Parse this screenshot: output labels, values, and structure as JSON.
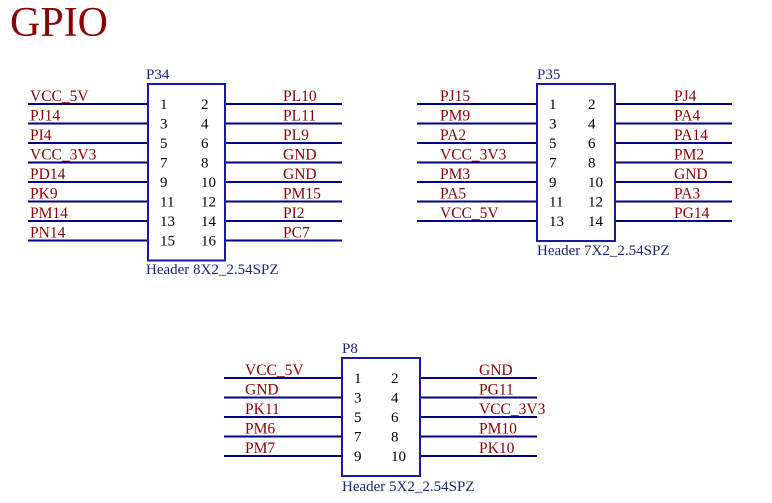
{
  "title": "GPIO",
  "colors": {
    "net_label": "#8b0000",
    "wire": "#000080",
    "component": "#1a1aa0",
    "ref_text": "#1a237e"
  },
  "headers": [
    {
      "ref": "P34",
      "footprint": "Header 8X2_2.54SPZ",
      "rows": [
        {
          "left_net": "VCC_5V",
          "left_pin": "1",
          "right_pin": "2",
          "right_net": "PL10"
        },
        {
          "left_net": "PJ14",
          "left_pin": "3",
          "right_pin": "4",
          "right_net": "PL11"
        },
        {
          "left_net": "PI4",
          "left_pin": "5",
          "right_pin": "6",
          "right_net": "PL9"
        },
        {
          "left_net": "VCC_3V3",
          "left_pin": "7",
          "right_pin": "8",
          "right_net": "GND"
        },
        {
          "left_net": "PD14",
          "left_pin": "9",
          "right_pin": "10",
          "right_net": "GND"
        },
        {
          "left_net": "PK9",
          "left_pin": "11",
          "right_pin": "12",
          "right_net": "PM15"
        },
        {
          "left_net": "PM14",
          "left_pin": "13",
          "right_pin": "14",
          "right_net": "PI2"
        },
        {
          "left_net": "PN14",
          "left_pin": "15",
          "right_pin": "16",
          "right_net": "PC7"
        }
      ]
    },
    {
      "ref": "P35",
      "footprint": "Header 7X2_2.54SPZ",
      "rows": [
        {
          "left_net": "PJ15",
          "left_pin": "1",
          "right_pin": "2",
          "right_net": "PJ4"
        },
        {
          "left_net": "PM9",
          "left_pin": "3",
          "right_pin": "4",
          "right_net": "PA4"
        },
        {
          "left_net": "PA2",
          "left_pin": "5",
          "right_pin": "6",
          "right_net": "PA14"
        },
        {
          "left_net": "VCC_3V3",
          "left_pin": "7",
          "right_pin": "8",
          "right_net": "PM2"
        },
        {
          "left_net": "PM3",
          "left_pin": "9",
          "right_pin": "10",
          "right_net": "GND"
        },
        {
          "left_net": "PA5",
          "left_pin": "11",
          "right_pin": "12",
          "right_net": "PA3"
        },
        {
          "left_net": "VCC_5V",
          "left_pin": "13",
          "right_pin": "14",
          "right_net": "PG14"
        }
      ]
    },
    {
      "ref": "P8",
      "footprint": "Header 5X2_2.54SPZ",
      "rows": [
        {
          "left_net": "VCC_5V",
          "left_pin": "1",
          "right_pin": "2",
          "right_net": "GND"
        },
        {
          "left_net": "GND",
          "left_pin": "3",
          "right_pin": "4",
          "right_net": "PG11"
        },
        {
          "left_net": "PK11",
          "left_pin": "5",
          "right_pin": "6",
          "right_net": "VCC_3V3"
        },
        {
          "left_net": "PM6",
          "left_pin": "7",
          "right_pin": "8",
          "right_net": "PM10"
        },
        {
          "left_net": "PM7",
          "left_pin": "9",
          "right_pin": "10",
          "right_net": "PK10"
        }
      ]
    }
  ]
}
